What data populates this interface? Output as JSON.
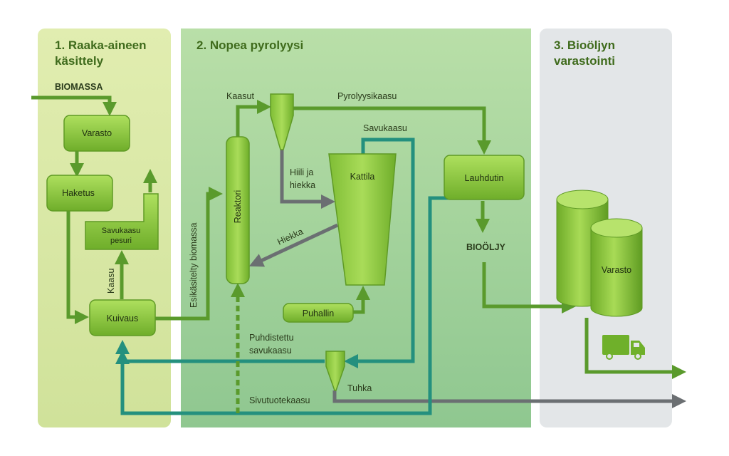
{
  "sections": {
    "s1_line1": "1. Raaka-aineen",
    "s1_line2": "käsittely",
    "s2": "2. Nopea pyrolyysi",
    "s3_line1": "3. Bioöljyn",
    "s3_line2": "varastointi"
  },
  "labels": {
    "biomassa": "BIOMASSA",
    "varasto": "Varasto",
    "haketus": "Haketus",
    "savukaasupesuri_1": "Savukaasu",
    "savukaasupesuri_2": "pesuri",
    "kaasu": "Kaasu",
    "kuivaus": "Kuivaus",
    "esikasitelty": "Esikäsitelty biomassa",
    "reaktori": "Reaktori",
    "kaasut": "Kaasut",
    "pyrolyysikaasu": "Pyrolyysikaasu",
    "savukaasu": "Savukaasu",
    "hiili_1": "Hiili ja",
    "hiili_2": "hiekka",
    "kattila": "Kattila",
    "hiekka": "Hiekka",
    "lauhdutin": "Lauhdutin",
    "bioolje": "BIOÖLJY",
    "puhallin": "Puhallin",
    "puhdistettu_1": "Puhdistettu",
    "puhdistettu_2": "savukaasu",
    "tuhka": "Tuhka",
    "sivutuotekaasu": "Sivutuotekaasu",
    "varasto2": "Varasto"
  },
  "icons": {
    "truck": "truck-icon"
  },
  "colors": {
    "green_arrow": "#5a9a2c",
    "teal_arrow": "#24907e",
    "gray_arrow": "#6b6f72",
    "panel1": "#dbe9a8",
    "panel2": "#a5d29c",
    "panel3": "#e3e6e8"
  }
}
